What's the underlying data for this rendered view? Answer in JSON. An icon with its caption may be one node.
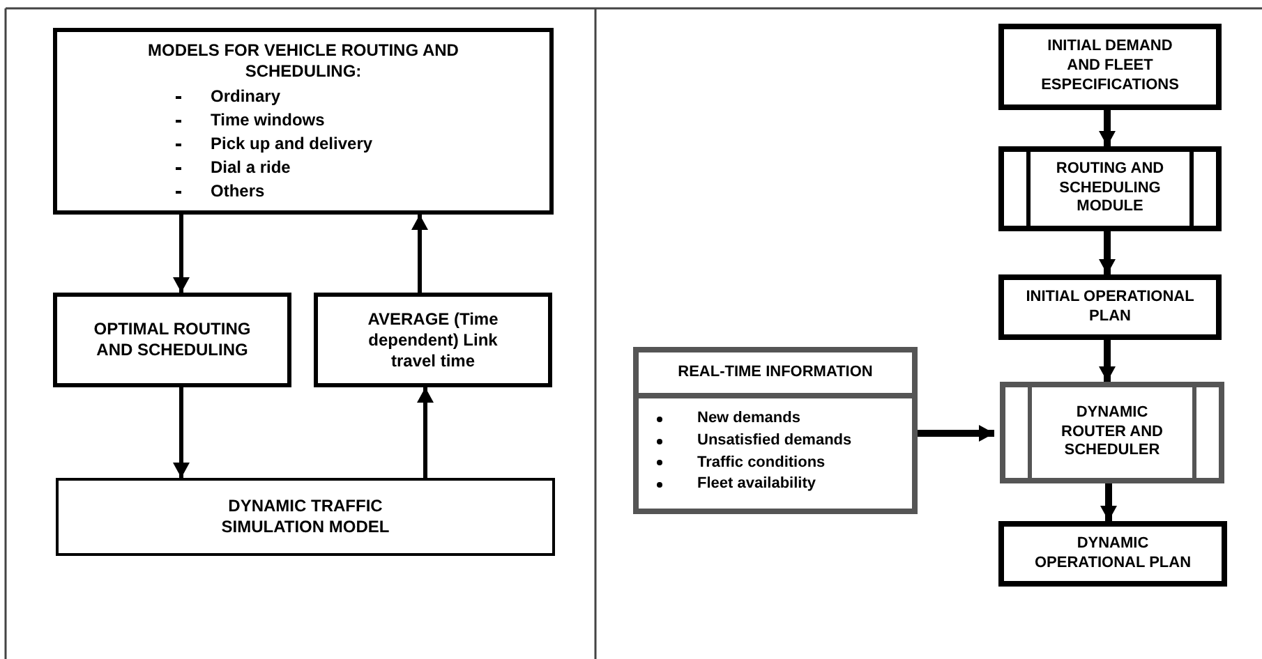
{
  "diagram": {
    "nodes": [
      {
        "text": [
          "MODELS FOR VEHICLE ROUTING AND SCHEDULING:",
          "Ordinary",
          "Time windows",
          "Pick up and delivery",
          "Dial a ride",
          "Others"
        ]
      },
      {
        "text": [
          "OPTIMAL ROUTING AND SCHEDULING"
        ]
      },
      {
        "text": [
          "AVERAGE (Time dependent) Link travel time"
        ]
      },
      {
        "text": [
          "DYNAMIC TRAFFIC SIMULATION MODEL"
        ]
      },
      {
        "text": [
          "INITIAL DEMAND AND FLEET ESPECIFICATIONS"
        ]
      },
      {
        "text": [
          "ROUTING AND SCHEDULING MODULE"
        ]
      },
      {
        "text": [
          "INITIAL OPERATIONAL PLAN"
        ]
      },
      {
        "text": [
          "REAL-TIME INFORMATION",
          "New demands",
          "Unsatisfied demands",
          "Traffic conditions",
          "Fleet availability"
        ]
      },
      {
        "text": [
          "DYNAMIC ROUTER AND SCHEDULER"
        ]
      },
      {
        "text": [
          "DYNAMIC OPERATIONAL PLAN"
        ]
      }
    ],
    "edges": [
      {
        "from": 0,
        "to": 1,
        "arrow": "to"
      },
      {
        "from": 1,
        "to": 3,
        "arrow": "to"
      },
      {
        "from": 3,
        "to": 2,
        "arrow": "to"
      },
      {
        "from": 2,
        "to": 0,
        "arrow": "to"
      },
      {
        "from": 4,
        "to": 5,
        "arrow": "to"
      },
      {
        "from": 5,
        "to": 6,
        "arrow": "to"
      },
      {
        "from": 6,
        "to": 8,
        "arrow": "to"
      },
      {
        "from": 7,
        "to": 8,
        "arrow": "to"
      },
      {
        "from": 8,
        "to": 9,
        "arrow": "to"
      }
    ]
  }
}
